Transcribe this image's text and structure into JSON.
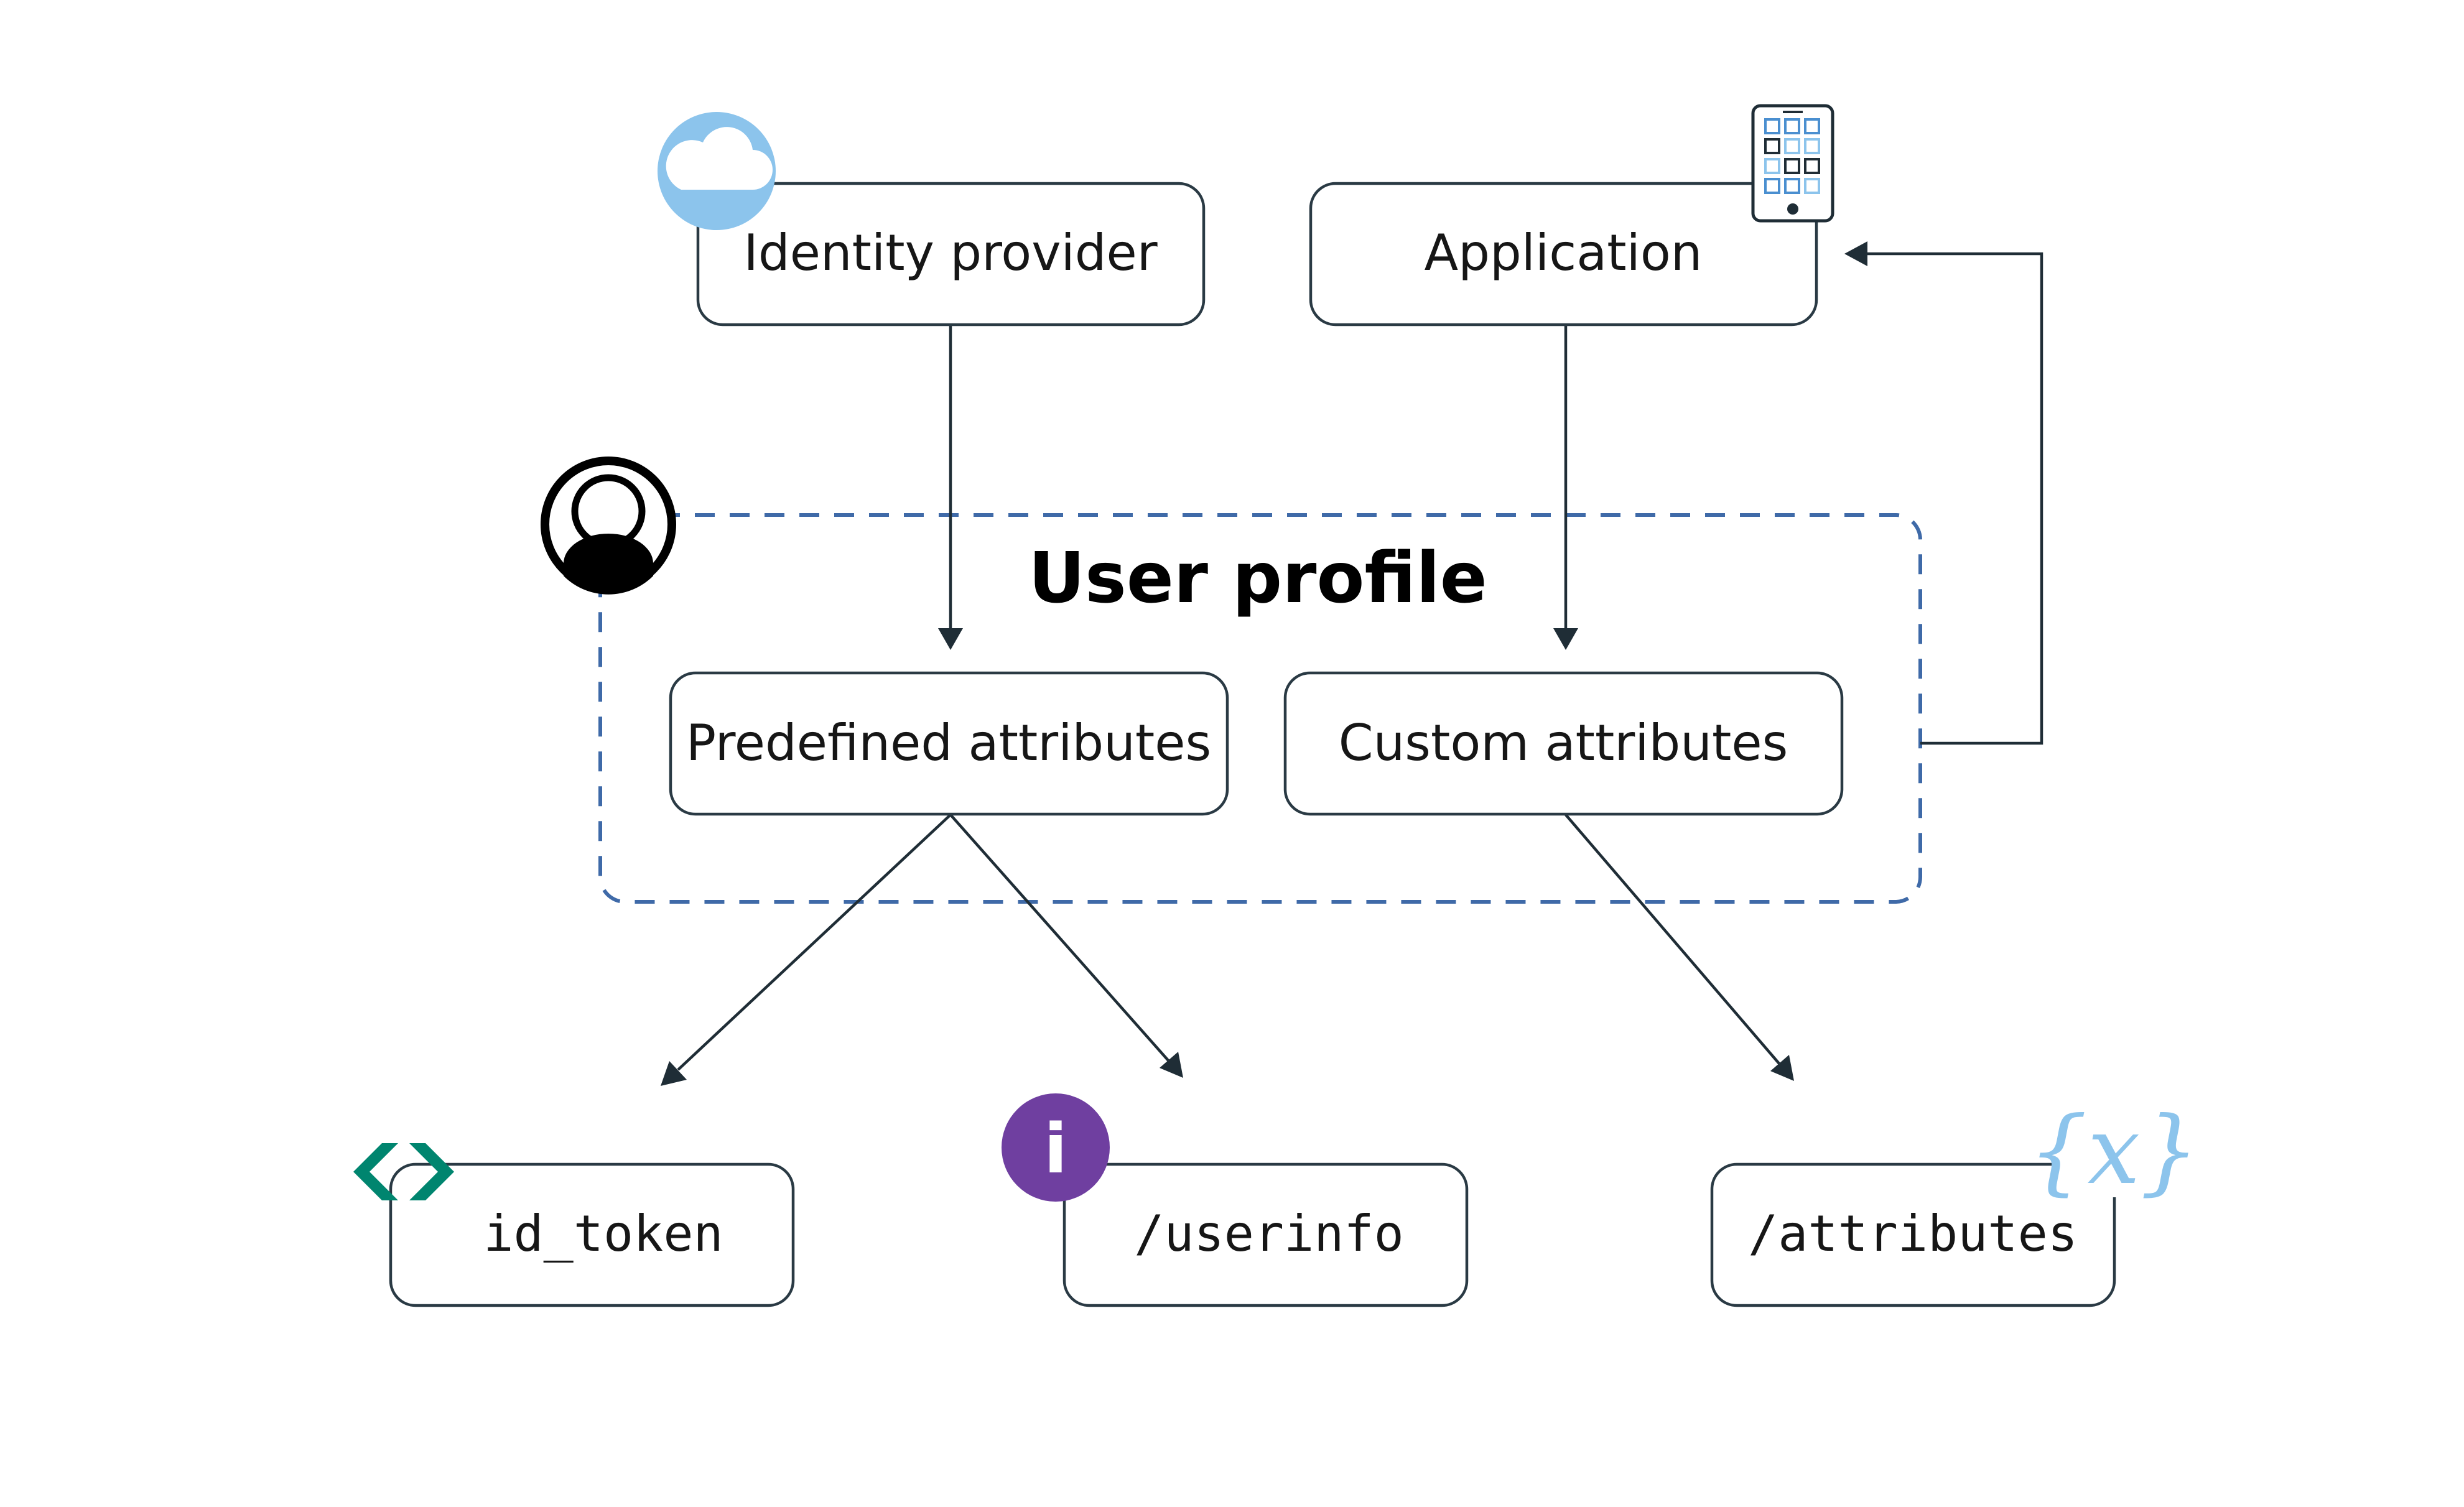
{
  "group": {
    "title": "User profile"
  },
  "nodes": {
    "identity_provider": "Identity provider",
    "application": "Application",
    "predefined_attributes": "Predefined attributes",
    "custom_attributes": "Custom attributes",
    "id_token": "id_token",
    "userinfo": "/userinfo",
    "attributes": "/attributes"
  },
  "icons": {
    "identity_provider": "cloud-icon",
    "application": "mobile-app-icon",
    "user_profile": "user-avatar-icon",
    "id_token": "code-icon",
    "userinfo": "info-icon",
    "attributes": "variable-icon",
    "info_glyph": "i",
    "variable_glyph": "{x}"
  },
  "colors": {
    "cloud": "#8cc4ec",
    "code": "#00856f",
    "info": "#6f3fa0",
    "variable": "#8cc4ec",
    "group_border": "#3f6aa8",
    "box_border": "#2a3a44",
    "arrow": "#1f2d36"
  }
}
